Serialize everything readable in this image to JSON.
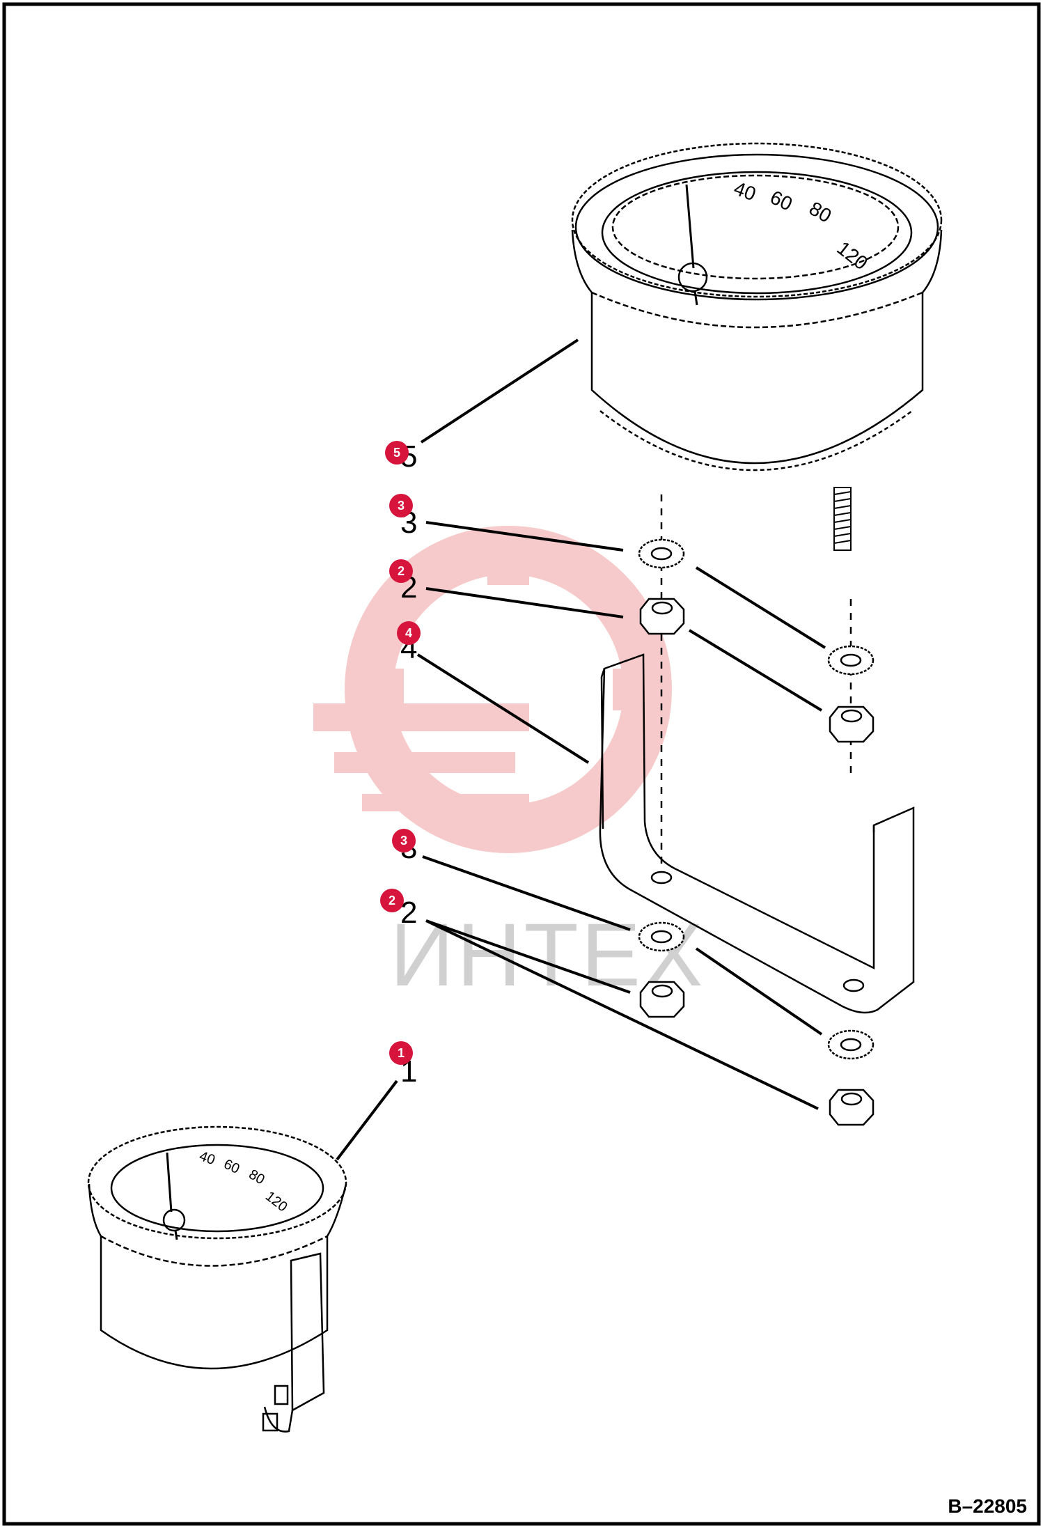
{
  "figure_id": "B–22805",
  "watermark_text": "ИНТЕХ",
  "dial_numbers": [
    "40",
    "60",
    "80",
    "120"
  ],
  "small_dial_numbers": [
    "40",
    "60",
    "80",
    "120"
  ],
  "items": [
    {
      "num": "5"
    },
    {
      "num": "3"
    },
    {
      "num": "2"
    },
    {
      "num": "4"
    },
    {
      "num": "3"
    },
    {
      "num": "2"
    },
    {
      "num": "1"
    }
  ],
  "callouts": [
    {
      "num": "5"
    },
    {
      "num": "3"
    },
    {
      "num": "2"
    },
    {
      "num": "4"
    },
    {
      "num": "3"
    },
    {
      "num": "2"
    },
    {
      "num": "1"
    }
  ],
  "colors": {
    "callout": "#d6143c",
    "watermark": "#f3b3b3",
    "line": "#000000"
  }
}
